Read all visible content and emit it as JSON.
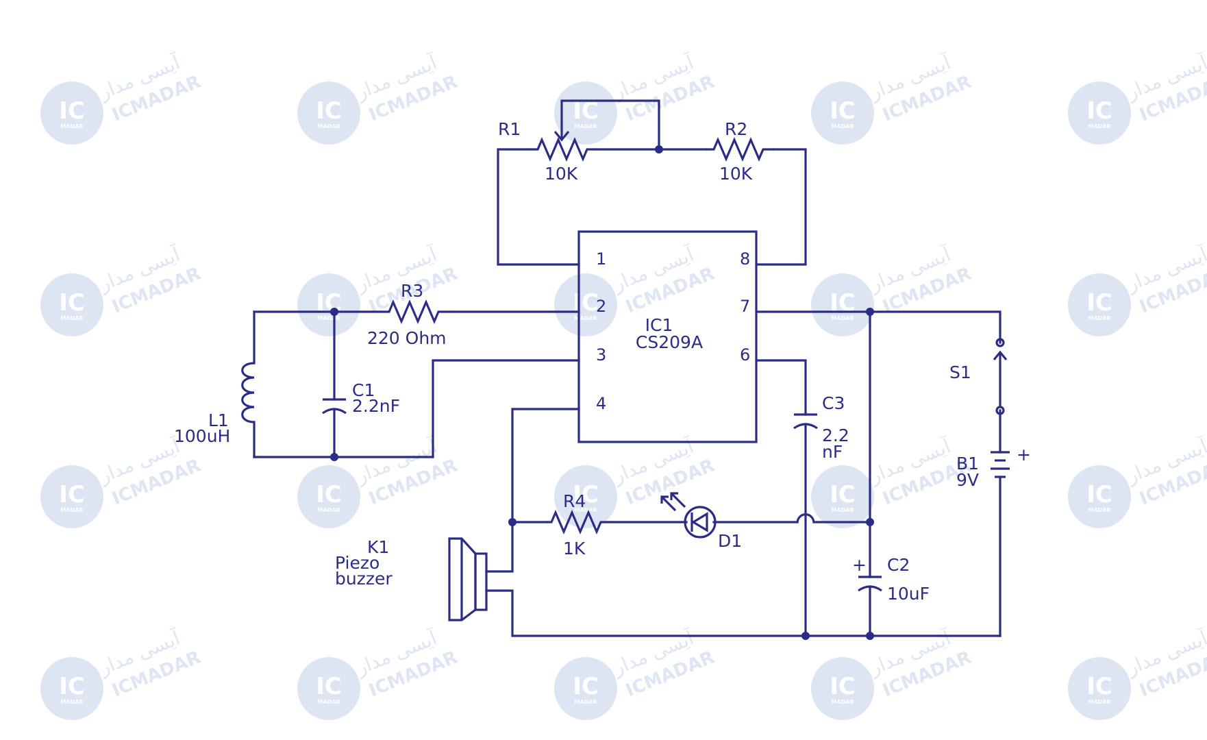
{
  "watermark": {
    "brand_en": "ICMADAR",
    "brand_fa": "آیسی مدار",
    "logo_text": "IC",
    "logo_sub": "MADAR"
  },
  "components": {
    "R1": {
      "ref": "R1",
      "value": "10K"
    },
    "R2": {
      "ref": "R2",
      "value": "10K"
    },
    "R3": {
      "ref": "R3",
      "value": "220 Ohm"
    },
    "R4": {
      "ref": "R4",
      "value": "1K"
    },
    "IC1": {
      "ref": "IC1",
      "part": "CS209A",
      "pins": [
        "1",
        "2",
        "3",
        "4",
        "8",
        "7",
        "6"
      ]
    },
    "C1": {
      "ref": "C1",
      "value": "2.2nF"
    },
    "C2": {
      "ref": "C2",
      "value": "10uF",
      "polarity": "+"
    },
    "C3": {
      "ref": "C3",
      "value_line1": "2.2",
      "value_line2": "nF"
    },
    "L1": {
      "ref": "L1",
      "value": "100uH"
    },
    "D1": {
      "ref": "D1"
    },
    "S1": {
      "ref": "S1"
    },
    "B1": {
      "ref": "B1",
      "value": "9V",
      "polarity": "+"
    },
    "K1": {
      "ref": "K1",
      "line2": "Piezo",
      "line3": "buzzer"
    }
  }
}
